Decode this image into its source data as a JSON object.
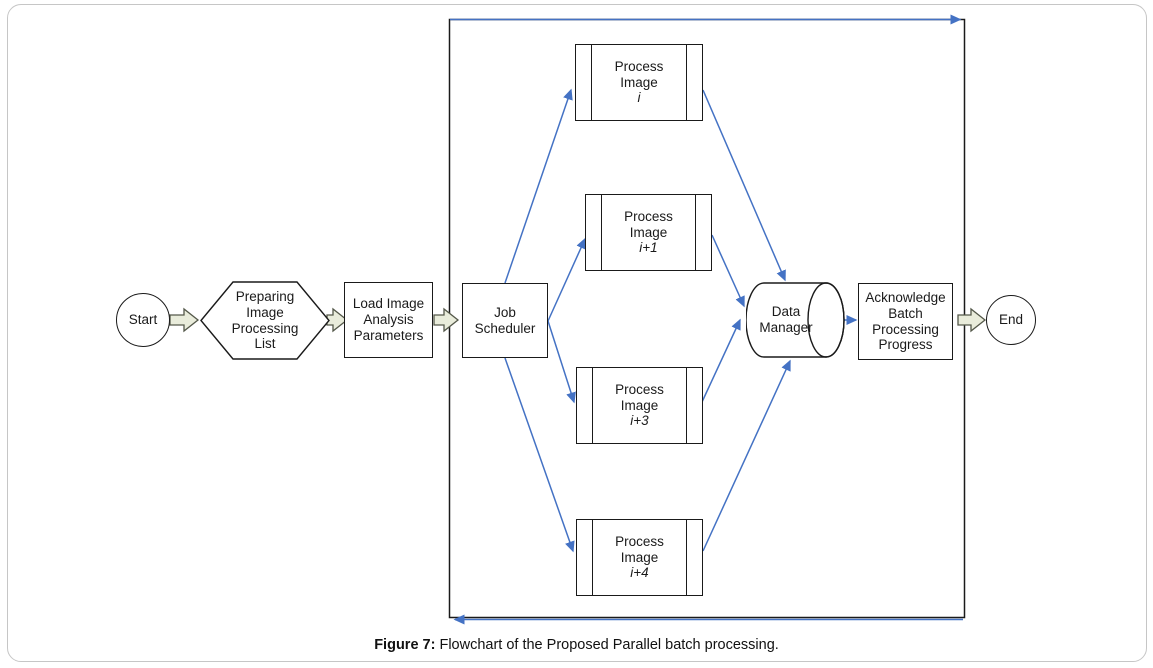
{
  "colors": {
    "arrow_blue": "#4472c4",
    "shape_border": "#1a1a1a",
    "block_arrow_fill": "#e9ecdb",
    "block_arrow_border": "#54584a",
    "frame_border": "#c6c6c6",
    "bg": "#ffffff"
  },
  "nodes": {
    "start": {
      "label": "Start"
    },
    "preparing": {
      "lines": [
        "Preparing",
        "Image",
        "Processing",
        "List"
      ]
    },
    "load_params": {
      "lines": [
        "Load Image",
        "Analysis",
        "Parameters"
      ]
    },
    "job_scheduler": {
      "lines": [
        "Job",
        "Scheduler"
      ]
    },
    "process_boxes": [
      {
        "line1": "Process",
        "line2_prefix": "Image ",
        "line2_var": "i"
      },
      {
        "line1": "Process",
        "line2_prefix": "Image ",
        "line2_var": "i+1"
      },
      {
        "line1": "Process",
        "line2_prefix": "Image ",
        "line2_var": "i+3"
      },
      {
        "line1": "Process",
        "line2_prefix": "Image ",
        "line2_var": "i+4"
      }
    ],
    "data_manager": {
      "lines": [
        "Data",
        "Manager"
      ]
    },
    "acknowledge": {
      "lines": [
        "Acknowledge",
        "Batch",
        "Processing",
        "Progress"
      ]
    },
    "end": {
      "label": "End"
    }
  },
  "caption": {
    "prefix": "Figure 7:",
    "text": " Flowchart of the Proposed Parallel batch processing."
  }
}
